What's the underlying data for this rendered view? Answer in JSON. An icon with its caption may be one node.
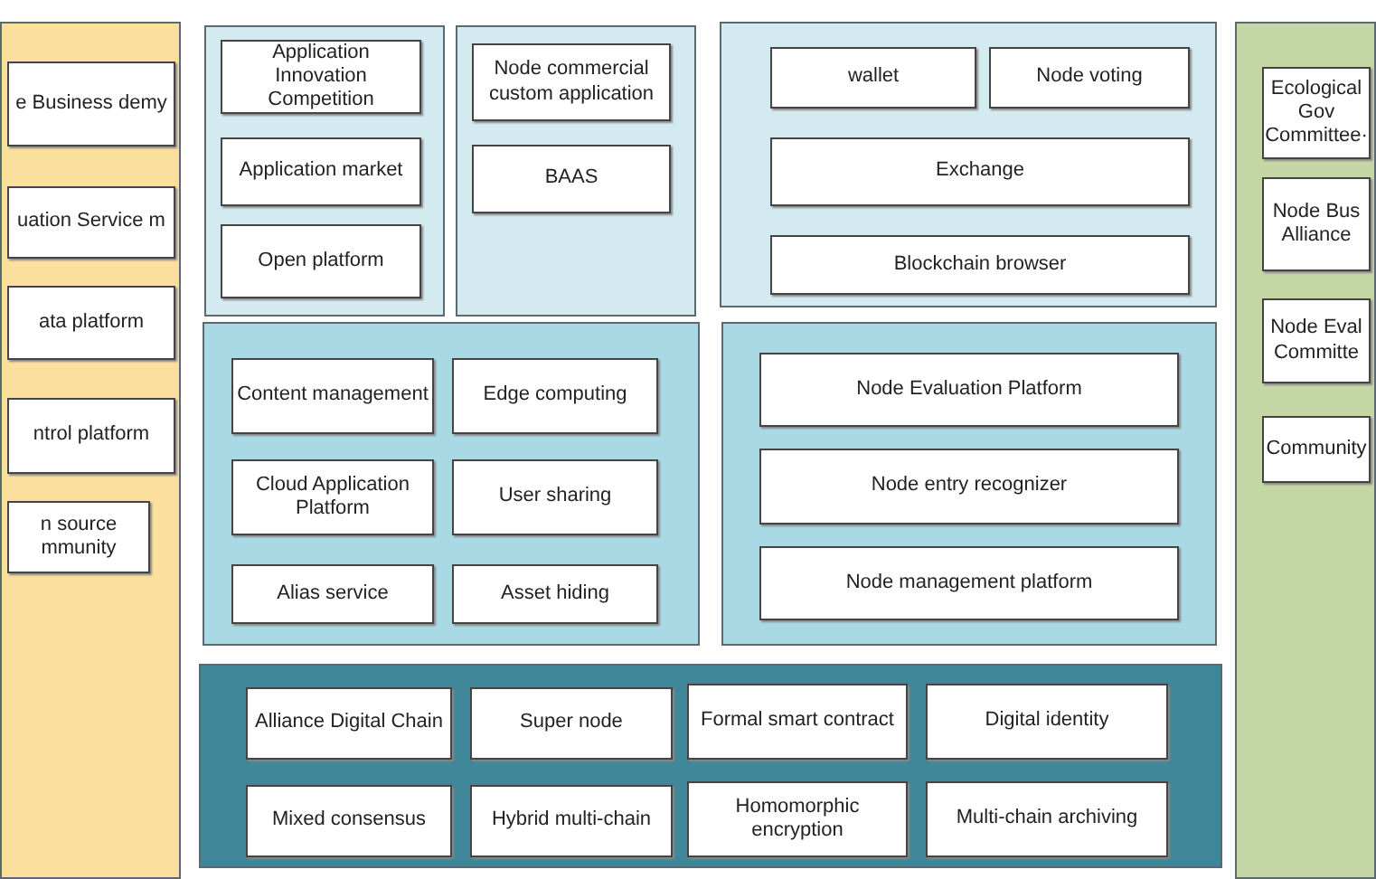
{
  "diagram": {
    "nodes": [
      {
        "text": [],
        "shape": "box"
      },
      {
        "text": [
          "e Business demy"
        ],
        "in": 0
      },
      {
        "text": [
          "uation Service m"
        ],
        "in": 0
      },
      {
        "text": [
          "ata platform"
        ],
        "in": 0
      },
      {
        "text": [
          "ntrol platform"
        ],
        "in": 0
      },
      {
        "text": [
          "n source mmunity"
        ],
        "in": 0
      },
      {
        "text": [],
        "shape": "box"
      },
      {
        "text": [
          "Application Innovation Competition"
        ],
        "in": 6
      },
      {
        "text": [
          "Application market"
        ],
        "in": 6
      },
      {
        "text": [
          "Open platform"
        ],
        "in": 6
      },
      {
        "text": [],
        "shape": "box"
      },
      {
        "text": [
          "Node commercial custom application"
        ],
        "in": 10
      },
      {
        "text": [
          "BAAS"
        ],
        "in": 10
      },
      {
        "text": [],
        "shape": "box"
      },
      {
        "text": [
          "wallet"
        ],
        "in": 13
      },
      {
        "text": [
          "Node voting"
        ],
        "in": 13
      },
      {
        "text": [
          "Exchange"
        ],
        "in": 13
      },
      {
        "text": [
          "Blockchain browser"
        ],
        "in": 13
      },
      {
        "text": [],
        "shape": "box"
      },
      {
        "text": [
          "Ecological Gov Committee·"
        ],
        "in": 18
      },
      {
        "text": [
          "Node Bus Alliance"
        ],
        "in": 18
      },
      {
        "text": [
          "Node Eval Committe"
        ],
        "in": 18
      },
      {
        "text": [
          "Community"
        ],
        "in": 18
      },
      {
        "text": [],
        "shape": "box"
      },
      {
        "text": [
          "Content management"
        ],
        "in": 23
      },
      {
        "text": [
          "Edge computing"
        ],
        "in": 23
      },
      {
        "text": [
          "Cloud Application Platform"
        ],
        "in": 23
      },
      {
        "text": [
          "User sharing"
        ],
        "in": 23
      },
      {
        "text": [
          "Alias service"
        ],
        "in": 23
      },
      {
        "text": [
          "Asset hiding"
        ],
        "in": 23
      },
      {
        "text": [],
        "shape": "box"
      },
      {
        "text": [
          "Node Evaluation Platform"
        ],
        "in": 30
      },
      {
        "text": [
          "Node entry recognizer"
        ],
        "in": 30
      },
      {
        "text": [
          "Node management platform"
        ],
        "in": 30
      },
      {
        "text": [],
        "shape": "box"
      },
      {
        "text": [
          "Alliance Digital Chain"
        ],
        "in": 34
      },
      {
        "text": [
          "Super node"
        ],
        "in": 34
      },
      {
        "text": [
          "Formal smart contract"
        ],
        "in": 34
      },
      {
        "text": [
          "Digital identity"
        ],
        "in": 34
      },
      {
        "text": [
          "Mixed consensus"
        ],
        "in": 34
      },
      {
        "text": [
          "Hybrid multi-chain"
        ],
        "in": 34
      },
      {
        "text": [
          "Homomorphic encryption"
        ],
        "in": 34
      },
      {
        "text": [
          "Multi-chain archiving"
        ],
        "in": 34
      }
    ]
  }
}
